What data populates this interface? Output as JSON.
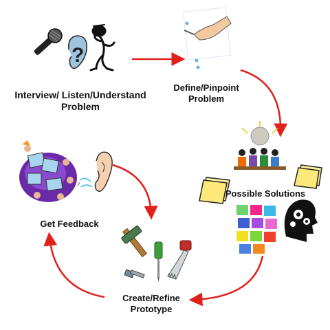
{
  "diagram": {
    "steps": [
      {
        "id": "interview",
        "line1": "Interview/ Listen/Understand",
        "line2": "Problem"
      },
      {
        "id": "define",
        "line1": "Define/Pinpoint",
        "line2": "Problem"
      },
      {
        "id": "solutions",
        "line1": "Possible Solutions",
        "line2": ""
      },
      {
        "id": "create",
        "line1": "Create/Refine",
        "line2": "Prototype"
      },
      {
        "id": "feedback",
        "line1": "Get Feedback",
        "line2": ""
      }
    ],
    "arrow_color": "#e0201b",
    "icons": {
      "interview": [
        "microphone-icon",
        "question-ear-icon",
        "thinking-figure-icon"
      ],
      "define": [
        "pointing-hand-icon"
      ],
      "solutions": [
        "team-meeting-icon",
        "sticky-notes-icon",
        "colorful-notes-grid-icon",
        "gears-head-icon"
      ],
      "create": [
        "hammer-icon",
        "screwdriver-icon",
        "saw-icon",
        "bolt-icon"
      ],
      "feedback": [
        "crowd-feedback-icon",
        "ear-icon"
      ]
    }
  }
}
